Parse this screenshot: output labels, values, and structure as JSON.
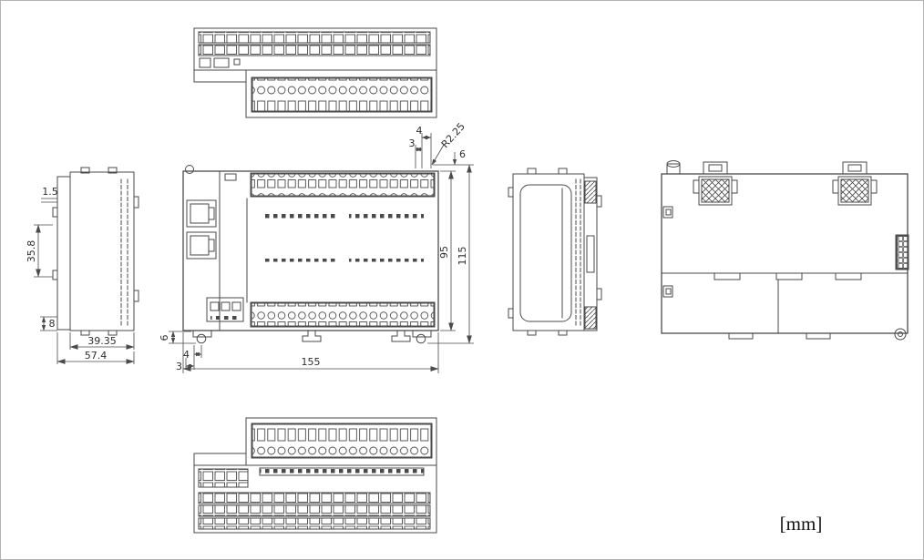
{
  "unit_label": "[mm]",
  "colors": {
    "line": "#4a4a4a",
    "text": "#2e2e2e",
    "background": "#ffffff",
    "border": "#b3b3b3"
  },
  "dims": {
    "front_width": "155",
    "front_body_height": "95",
    "front_total_height": "115",
    "front_top_a": "4",
    "front_top_b": "3",
    "front_corner_radius": "R2.25",
    "front_top_c": "6",
    "front_bottom_a": "6",
    "front_bottom_b": "4",
    "front_bottom_c": "3",
    "side_top_offset": "1.5",
    "side_slot_height": "35.8",
    "side_bottom_offset": "8",
    "side_depth_inner": "39.35",
    "side_depth_total": "57.4"
  }
}
